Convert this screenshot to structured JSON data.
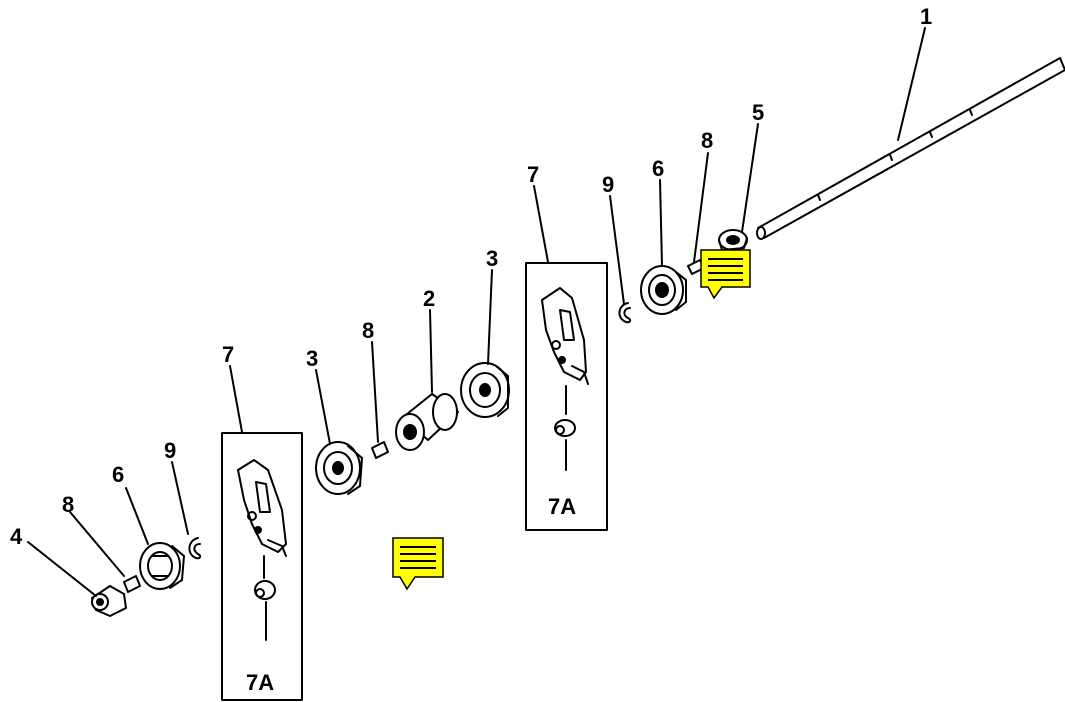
{
  "callouts": {
    "c1": "1",
    "c5": "5",
    "c8_top": "8",
    "c6_top": "6",
    "c9_top": "9",
    "c7_top": "7",
    "c3_right": "3",
    "c2": "2",
    "c8_mid": "8",
    "c3_left": "3",
    "c7_left": "7",
    "c9_left": "9",
    "c6_left": "6",
    "c8_left": "8",
    "c4": "4",
    "c7a_right": "7A",
    "c7a_left": "7A"
  },
  "colors": {
    "line": "#000000",
    "note_fill": "#ffff00",
    "note_stroke": "#000000"
  },
  "icons": {
    "note": "sticky-note-icon"
  }
}
